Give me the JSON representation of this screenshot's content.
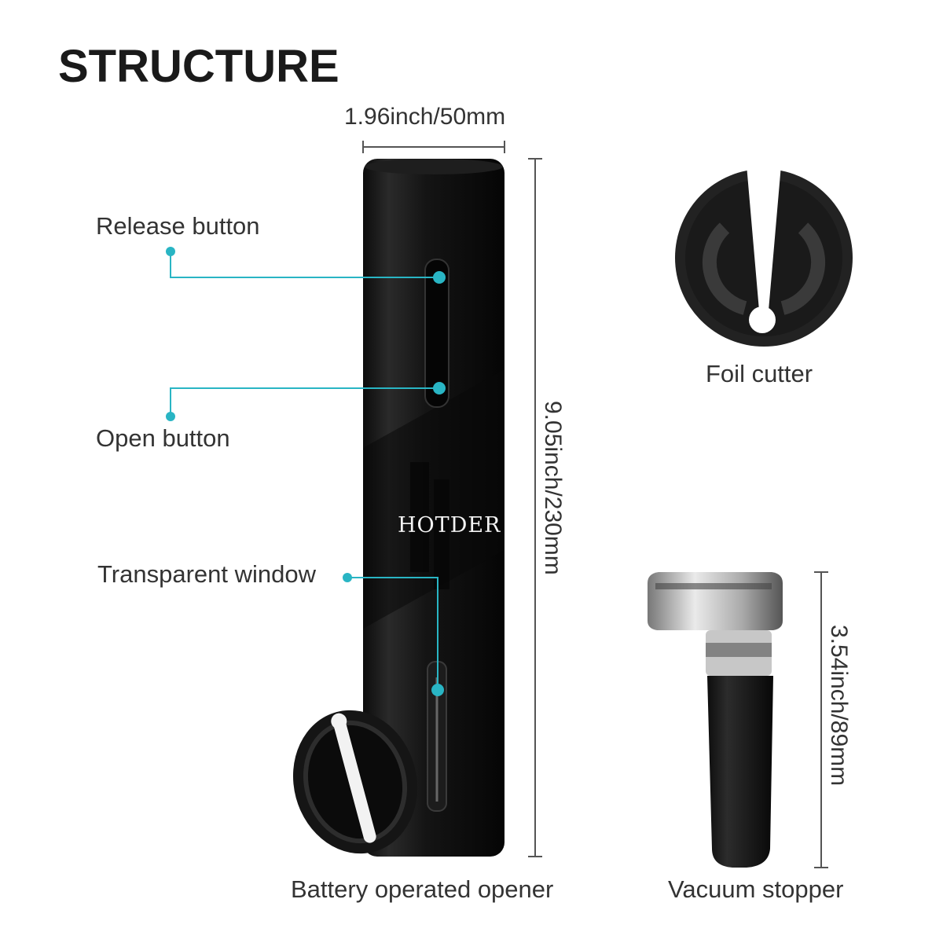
{
  "page": {
    "title": "STRUCTURE"
  },
  "opener": {
    "brand": "HOTDER",
    "width_label": "1.96inch/50mm",
    "height_label": "9.05inch/230mm",
    "name": "Battery operated opener",
    "callouts": {
      "release": "Release button",
      "open": "Open button",
      "window": "Transparent window"
    }
  },
  "foil_cutter": {
    "name": "Foil cutter"
  },
  "stopper": {
    "name": "Vacuum stopper",
    "height_label": "3.54inch/89mm"
  },
  "colors": {
    "accent": "#29b5c4",
    "body": "#141414",
    "dimension_line": "#555555",
    "text": "#333333"
  }
}
